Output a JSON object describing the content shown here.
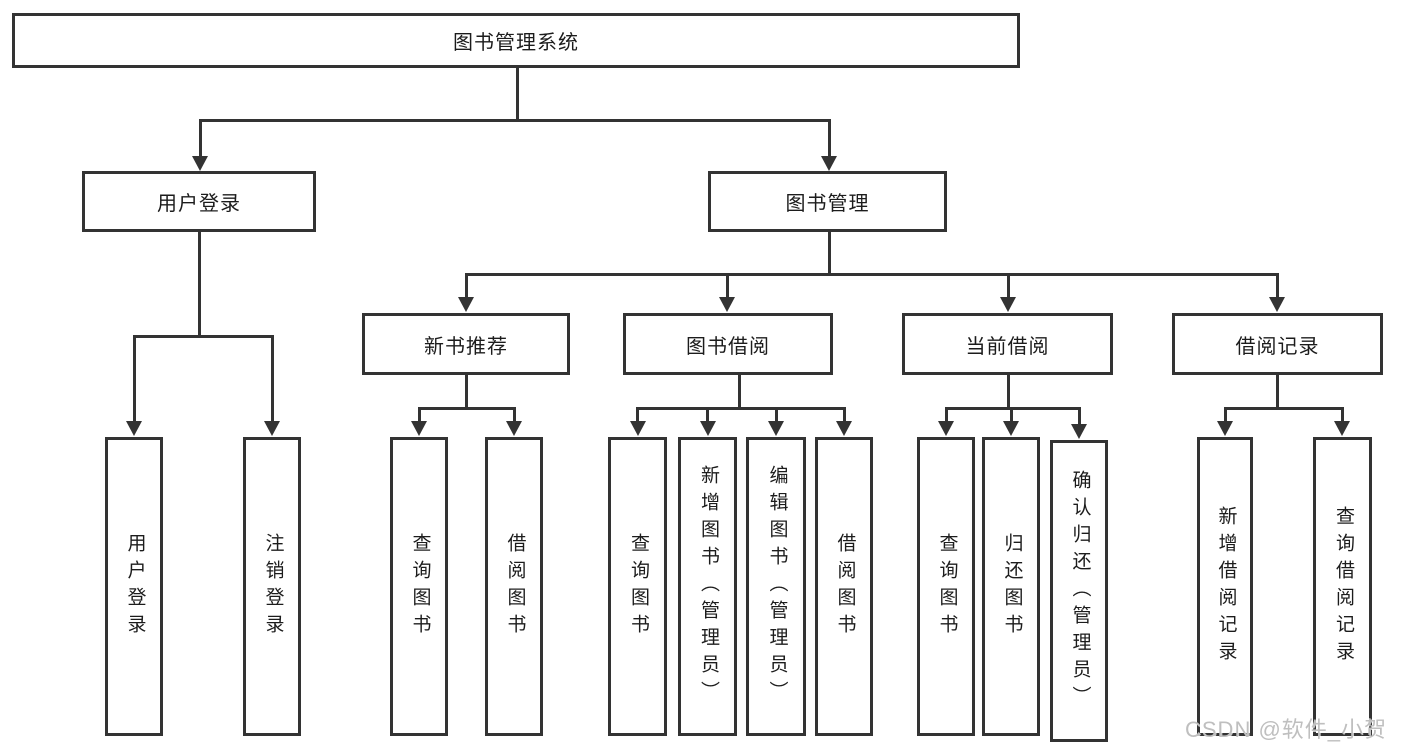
{
  "diagram": {
    "root": {
      "label": "图书管理系统"
    },
    "branches": [
      {
        "label": "用户登录",
        "children": [
          {
            "label": "用户登录"
          },
          {
            "label": "注销登录"
          }
        ]
      },
      {
        "label": "图书管理",
        "children": [
          {
            "label": "新书推荐",
            "children": [
              {
                "label": "查询图书"
              },
              {
                "label": "借阅图书"
              }
            ]
          },
          {
            "label": "图书借阅",
            "children": [
              {
                "label": "查询图书"
              },
              {
                "label": "新增图书（管理员）"
              },
              {
                "label": "编辑图书（管理员）"
              },
              {
                "label": "借阅图书"
              }
            ]
          },
          {
            "label": "当前借阅",
            "children": [
              {
                "label": "查询图书"
              },
              {
                "label": "归还图书"
              },
              {
                "label": "确认归还（管理员）"
              }
            ]
          },
          {
            "label": "借阅记录",
            "children": [
              {
                "label": "新增借阅记录"
              },
              {
                "label": "查询借阅记录"
              }
            ]
          }
        ]
      }
    ]
  },
  "watermark": {
    "text": "CSDN @软件_小贺同学"
  },
  "colors": {
    "line": "#333333",
    "text": "#1c1c1c",
    "watermark": "#bfbfbf",
    "background": "#ffffff"
  }
}
